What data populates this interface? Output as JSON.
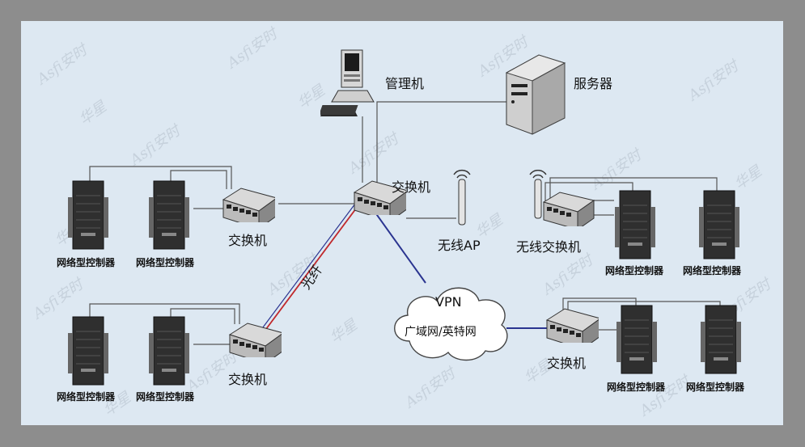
{
  "labels": {
    "mgmt_pc": "管理机",
    "server": "服务器",
    "core_switch": "交换机",
    "switch_left_top": "交换机",
    "switch_left_bottom": "交换机",
    "switch_right_bottom": "交换机",
    "wireless_ap": "无线AP",
    "wireless_switch": "无线交换机",
    "fiber": "光纤",
    "vpn": "VPN",
    "wan": "广域网/英特网",
    "controller": "网络型控制器"
  },
  "watermark": [
    "Asfi安时",
    "华星"
  ],
  "colors": {
    "background": "#dde8f2",
    "frame": "#8d8d8d",
    "fiber_red": "#c0282c",
    "vpn_blue": "#2a3490",
    "cable": "#555555"
  },
  "icons": [
    "desktop-computer-icon",
    "server-tower-icon",
    "network-switch-icon",
    "antenna-icon",
    "controller-icon",
    "cloud-icon"
  ]
}
